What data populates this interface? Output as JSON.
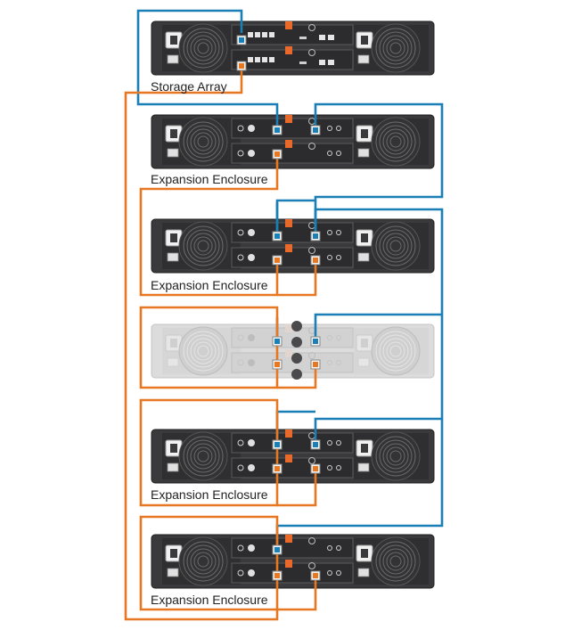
{
  "labels": {
    "storage_array": "Storage Array",
    "expansion_1": "Expansion Enclosure",
    "expansion_2": "Expansion Enclosure",
    "expansion_4": "Expansion Enclosure",
    "expansion_5": "Expansion Enclosure"
  },
  "colors": {
    "blue_cable": "#1a7fb6",
    "orange_cable": "#e87722",
    "chassis": "#3a3a3c",
    "chassis_inner": "#2b2b2d",
    "ghost_chassis": "#dcdcdc",
    "ghost_inner": "#c8c8c8",
    "orange_handle": "#e8692a",
    "port_white": "#f4f4f4"
  },
  "units": [
    {
      "name": "storage-array",
      "kind": "storage-array",
      "ghost": false
    },
    {
      "name": "expansion-enclosure-1",
      "kind": "expansion",
      "ghost": false
    },
    {
      "name": "expansion-enclosure-2",
      "kind": "expansion",
      "ghost": false
    },
    {
      "name": "expansion-enclosure-3",
      "kind": "expansion",
      "ghost": true
    },
    {
      "name": "expansion-enclosure-4",
      "kind": "expansion",
      "ghost": false
    },
    {
      "name": "expansion-enclosure-5",
      "kind": "expansion",
      "ghost": false
    }
  ]
}
